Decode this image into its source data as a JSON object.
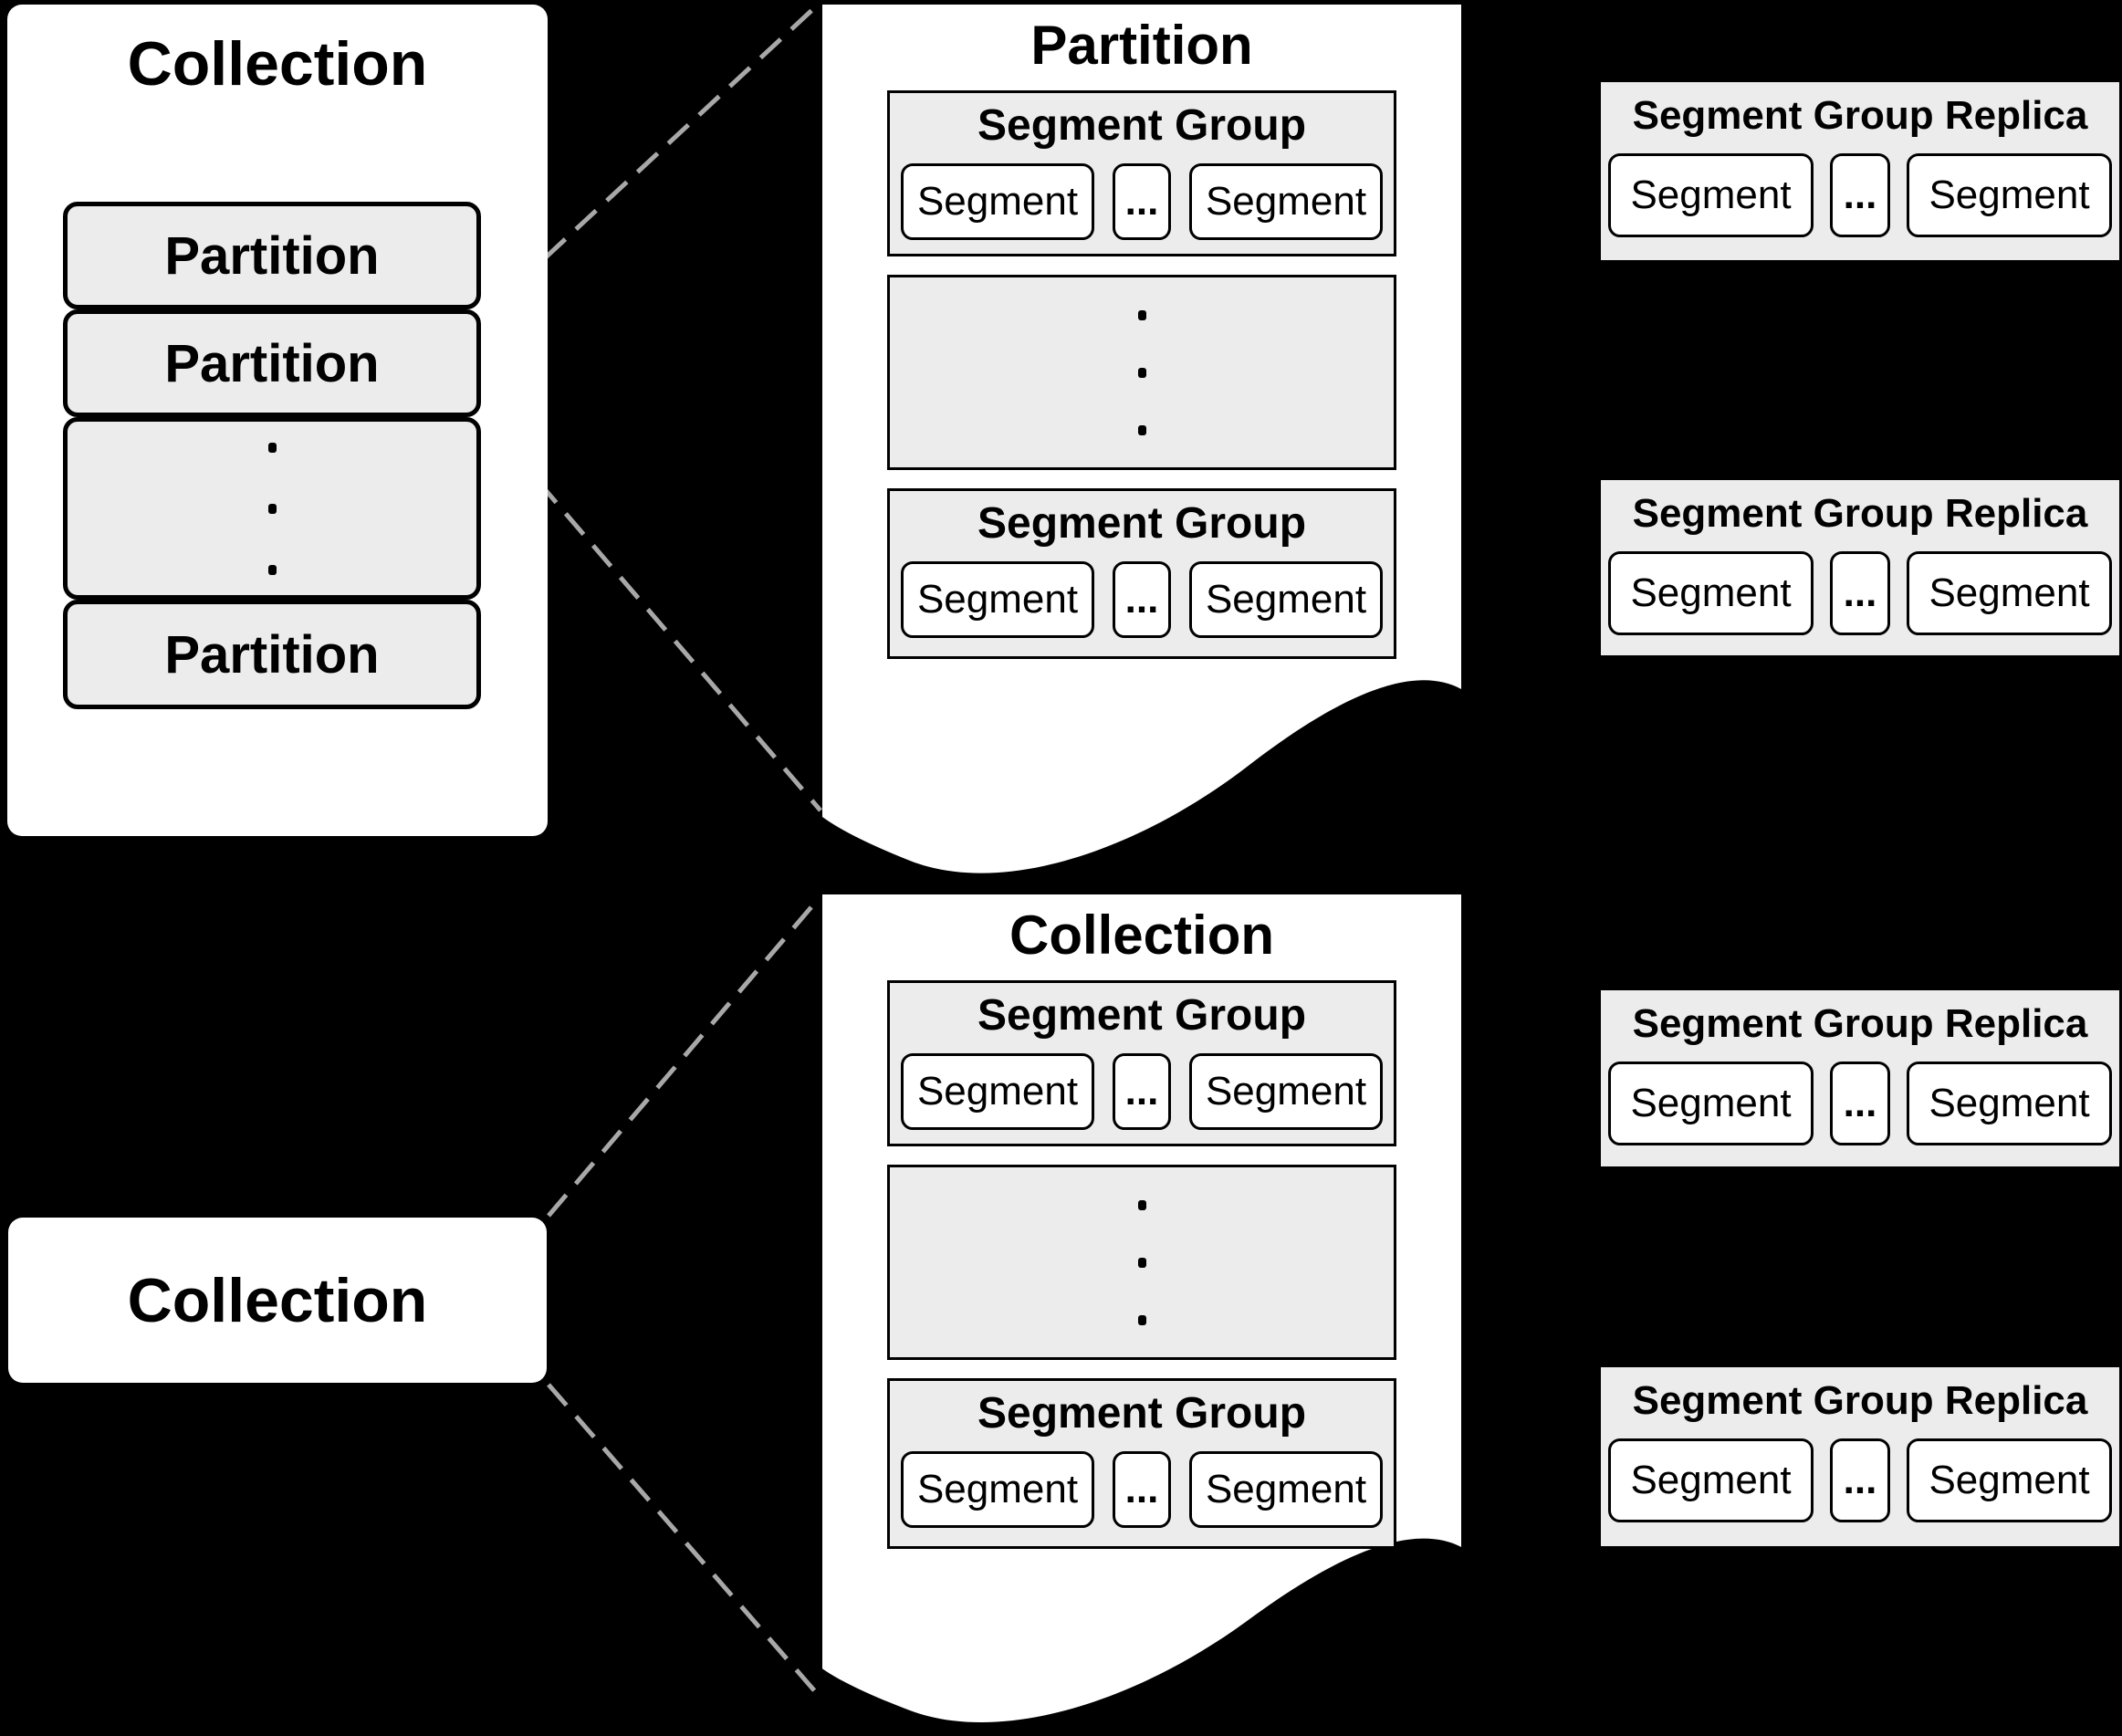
{
  "colors": {
    "background": "#000000",
    "panel_white": "#ffffff",
    "box_gray": "#ececec",
    "border_black": "#000000",
    "dashed_line_gray": "#a8a8a8"
  },
  "left_collection_panel": {
    "title": "Collection",
    "partition_labels": [
      "Partition",
      "Partition",
      "Partition"
    ]
  },
  "partition_document": {
    "title": "Partition",
    "segment_groups": [
      {
        "title": "Segment Group",
        "segment_left": "Segment",
        "ellipsis": "...",
        "segment_right": "Segment"
      },
      {
        "title": "Segment Group",
        "segment_left": "Segment",
        "ellipsis": "...",
        "segment_right": "Segment"
      }
    ]
  },
  "collection_document": {
    "title": "Collection",
    "segment_groups": [
      {
        "title": "Segment Group",
        "segment_left": "Segment",
        "ellipsis": "...",
        "segment_right": "Segment"
      },
      {
        "title": "Segment Group",
        "segment_left": "Segment",
        "ellipsis": "...",
        "segment_right": "Segment"
      }
    ]
  },
  "collection_label_box": {
    "title": "Collection"
  },
  "replicas": [
    {
      "title": "Segment Group Replica",
      "segment_left": "Segment",
      "ellipsis": "...",
      "segment_right": "Segment"
    },
    {
      "title": "Segment Group Replica",
      "segment_left": "Segment",
      "ellipsis": "...",
      "segment_right": "Segment"
    },
    {
      "title": "Segment Group Replica",
      "segment_left": "Segment",
      "ellipsis": "...",
      "segment_right": "Segment"
    },
    {
      "title": "Segment Group Replica",
      "segment_left": "Segment",
      "ellipsis": "...",
      "segment_right": "Segment"
    }
  ]
}
